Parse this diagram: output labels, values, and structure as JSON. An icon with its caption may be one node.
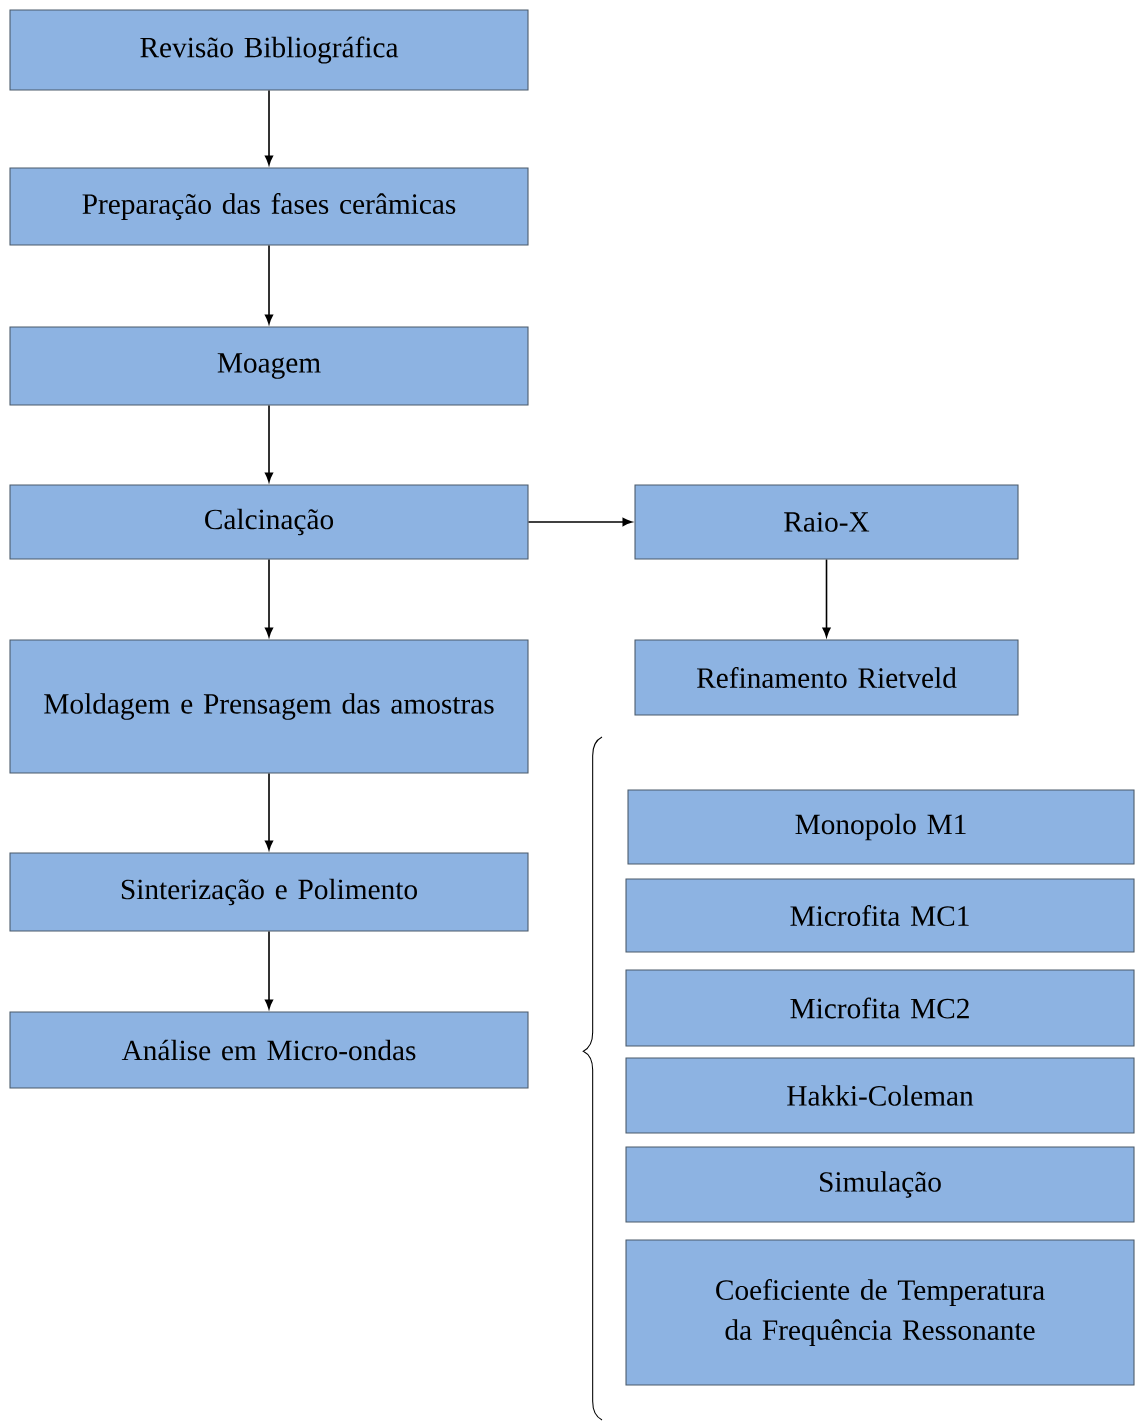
{
  "diagram": {
    "nodes": [
      {
        "text": [
          "Revisão Bibliográfica"
        ]
      },
      {
        "text": [
          "Preparação das fases cerâmicas"
        ]
      },
      {
        "text": [
          "Moagem"
        ]
      },
      {
        "text": [
          "Calcinação"
        ]
      },
      {
        "text": [
          "Moldagem e Prensagem das amostras"
        ]
      },
      {
        "text": [
          "Sinterização e Polimento"
        ]
      },
      {
        "text": [
          "Análise em Micro-ondas"
        ]
      },
      {
        "text": [
          "Raio-X"
        ]
      },
      {
        "text": [
          "Refinamento Rietveld"
        ]
      },
      {
        "text": [
          "Monopolo M1"
        ]
      },
      {
        "text": [
          "Microfita MC1"
        ]
      },
      {
        "text": [
          "Microfita MC2"
        ]
      },
      {
        "text": [
          "Hakki-Coleman"
        ]
      },
      {
        "text": [
          "Simulação"
        ]
      },
      {
        "text": [
          "Coeficiente de Temperatura da Frequência Ressonante"
        ]
      }
    ],
    "edges": [
      {
        "from": 0,
        "to": 1,
        "arrow": "to"
      },
      {
        "from": 1,
        "to": 2,
        "arrow": "to"
      },
      {
        "from": 2,
        "to": 3,
        "arrow": "to"
      },
      {
        "from": 3,
        "to": 4,
        "arrow": "to"
      },
      {
        "from": 4,
        "to": 5,
        "arrow": "to"
      },
      {
        "from": 5,
        "to": 6,
        "arrow": "to"
      },
      {
        "from": 3,
        "to": 7,
        "arrow": "to"
      },
      {
        "from": 7,
        "to": 8,
        "arrow": "to"
      }
    ]
  }
}
